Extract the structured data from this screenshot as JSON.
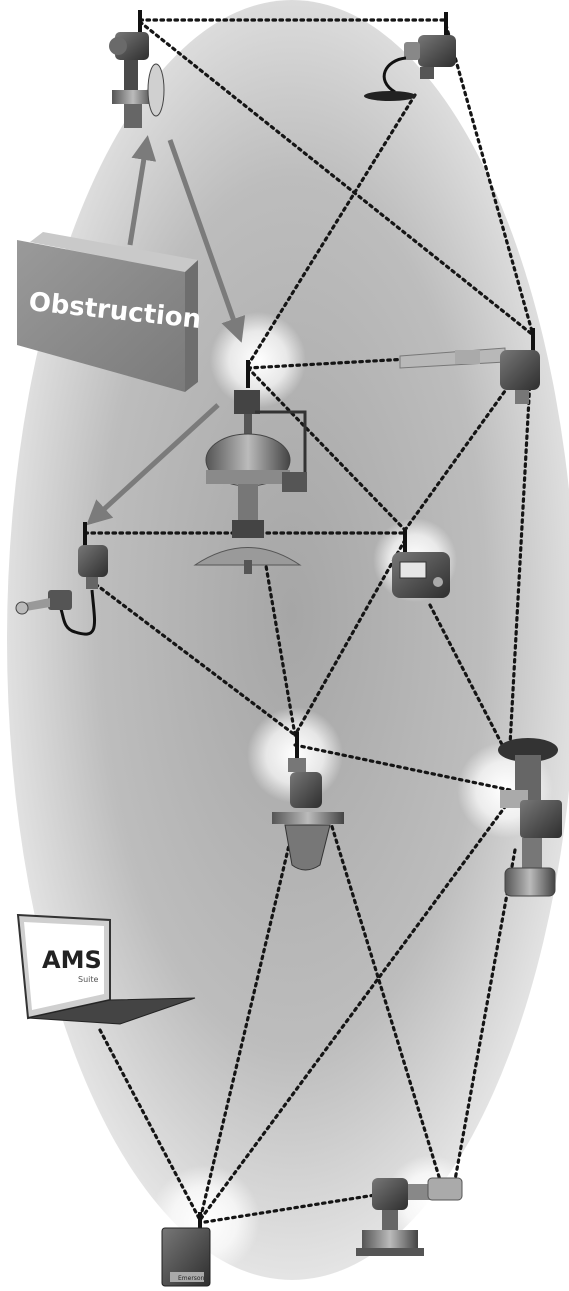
{
  "diagram": {
    "obstruction_label": "Obstruction",
    "laptop_logo": "AMS",
    "laptop_logo_sub": "Suite",
    "gateway_label": "Emerson",
    "device_icons": [
      "pressure-transmitter-icon",
      "temperature-transmitter-icon",
      "temperature-sensor-icon",
      "wireless-thumb-icon",
      "control-valve-actuator-icon",
      "gas-sensor-transmitter-icon",
      "display-device-icon",
      "coriolis-flowmeter-icon",
      "control-valve-icon",
      "laptop-icon",
      "wireless-gateway-icon",
      "differential-pressure-transmitter-icon"
    ]
  }
}
